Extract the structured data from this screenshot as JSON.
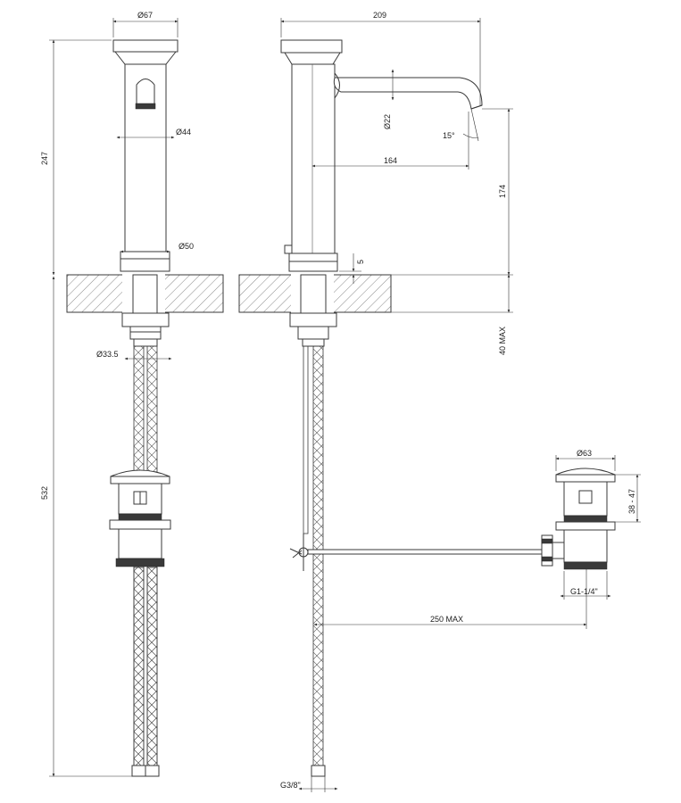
{
  "dimensions": {
    "d67": "Ø67",
    "d44": "Ø44",
    "d50": "Ø50",
    "d33_5": "Ø33.5",
    "h247": "247",
    "h532": "532",
    "w209": "209",
    "d22": "Ø22",
    "a15": "15°",
    "w164": "164",
    "h174": "174",
    "h5": "5",
    "h40max": "40 MAX",
    "d63": "Ø63",
    "h38_47": "38 - 47",
    "g1_1_4": "G1-1/4\"",
    "w250max": "250 MAX",
    "g3_8": "G3/8\""
  },
  "colors": {
    "line": "#3a3a3a",
    "hatch": "#555555",
    "background": "#ffffff"
  }
}
